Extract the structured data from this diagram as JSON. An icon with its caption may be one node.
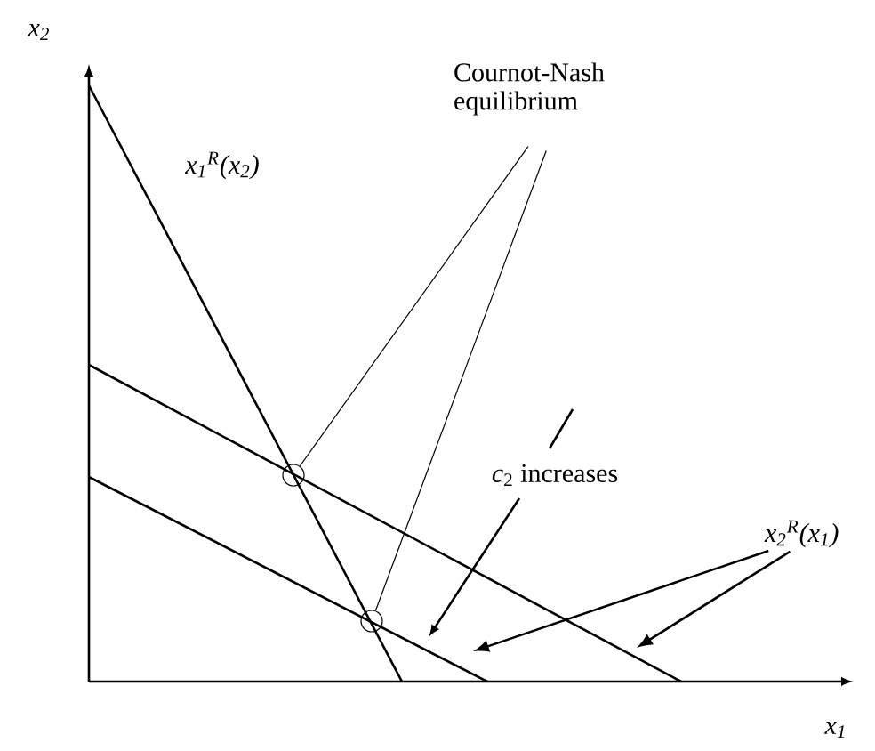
{
  "diagram": {
    "nodes": [
      {
        "text": [
          "Cournot-Nash equilibrium"
        ]
      },
      {
        "text": [],
        "shape": "circle"
      },
      {
        "text": [],
        "shape": "circle"
      },
      {
        "text": [
          "x$_{2}$$^{R}$(x$_{1}$)"
        ]
      }
    ],
    "edges": [
      {
        "from": 0,
        "to": 1,
        "arrow": "none"
      },
      {
        "from": 0,
        "to": 2,
        "arrow": "none"
      },
      {
        "from": 3,
        "to": null,
        "arrow": "to"
      },
      {
        "from": 3,
        "to": null,
        "arrow": "to"
      }
    ],
    "labels": [
      "x$_{2}$",
      "x$_{1}$$^{R}$(x$_{2}$)",
      "*c*$_{2}$ increases",
      "x$_{1}$"
    ]
  }
}
